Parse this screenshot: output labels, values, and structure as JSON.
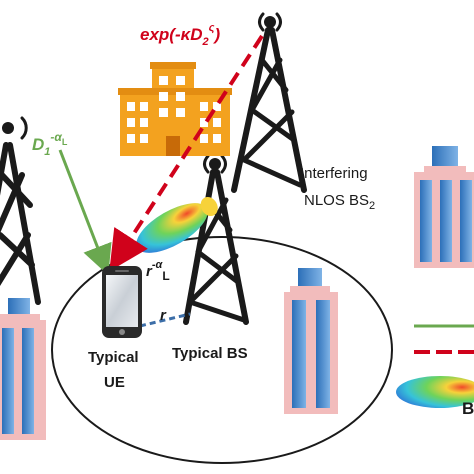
{
  "labels": {
    "nlos_formula_main": "exp(-κD",
    "nlos_formula_sub": "2",
    "nlos_formula_sup": "ς",
    "nlos_formula_close": ")",
    "los_formula_main": "D",
    "los_formula_sub": "1",
    "los_formula_sup_prefix": "-α",
    "los_formula_sup_sub": "L",
    "serving_formula_main": "r",
    "serving_formula_sup_prefix": "-α",
    "serving_formula_sub": "L",
    "distance_r": "r",
    "interferer_line1": "Interfering",
    "interferer_line2_main": "NLOS BS",
    "interferer_line2_sub": "2",
    "typical_ue_line1": "Typical",
    "typical_ue_line2": "UE",
    "typical_bs": "Typical BS",
    "legend_partial": "B"
  },
  "colors": {
    "los_green": "#6aa84f",
    "nlos_red": "#d0021b",
    "serving_blue": "#3c6ea8",
    "tower": "#1a1a1a",
    "building_orange": "#f3a21f",
    "skyscraper_pink": "#f2bcbc"
  }
}
